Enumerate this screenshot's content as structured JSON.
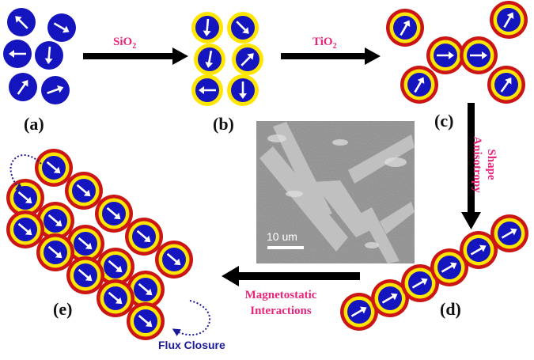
{
  "colors": {
    "core": "#1515c0",
    "silica_shell": "#ffe600",
    "titania_shell": "#cc1515",
    "arrow": "#ffffff",
    "label_pink": "#e8257a",
    "flux_blue": "#1a1a99",
    "black_arrow": "#000000"
  },
  "panels": {
    "a": "(a)",
    "b": "(b)",
    "c": "(c)",
    "d": "(d)",
    "e": "(e)"
  },
  "steps": {
    "silica": "SiO",
    "silica_sub": "2",
    "titania": "TiO",
    "titania_sub": "2",
    "shape_line1": "Shape",
    "shape_line2": "Anisotropy",
    "magneto_line1": "Magnetostatic",
    "magneto_line2": "Interactions",
    "flux": "Flux Closure"
  },
  "micrograph": {
    "scale_bar_text": "10 um"
  },
  "icons": {
    "particle": "magnetic-core-particle-icon",
    "moment": "magnetic-moment-arrow-icon",
    "process": "process-arrow-icon",
    "flux": "flux-loop-icon"
  }
}
